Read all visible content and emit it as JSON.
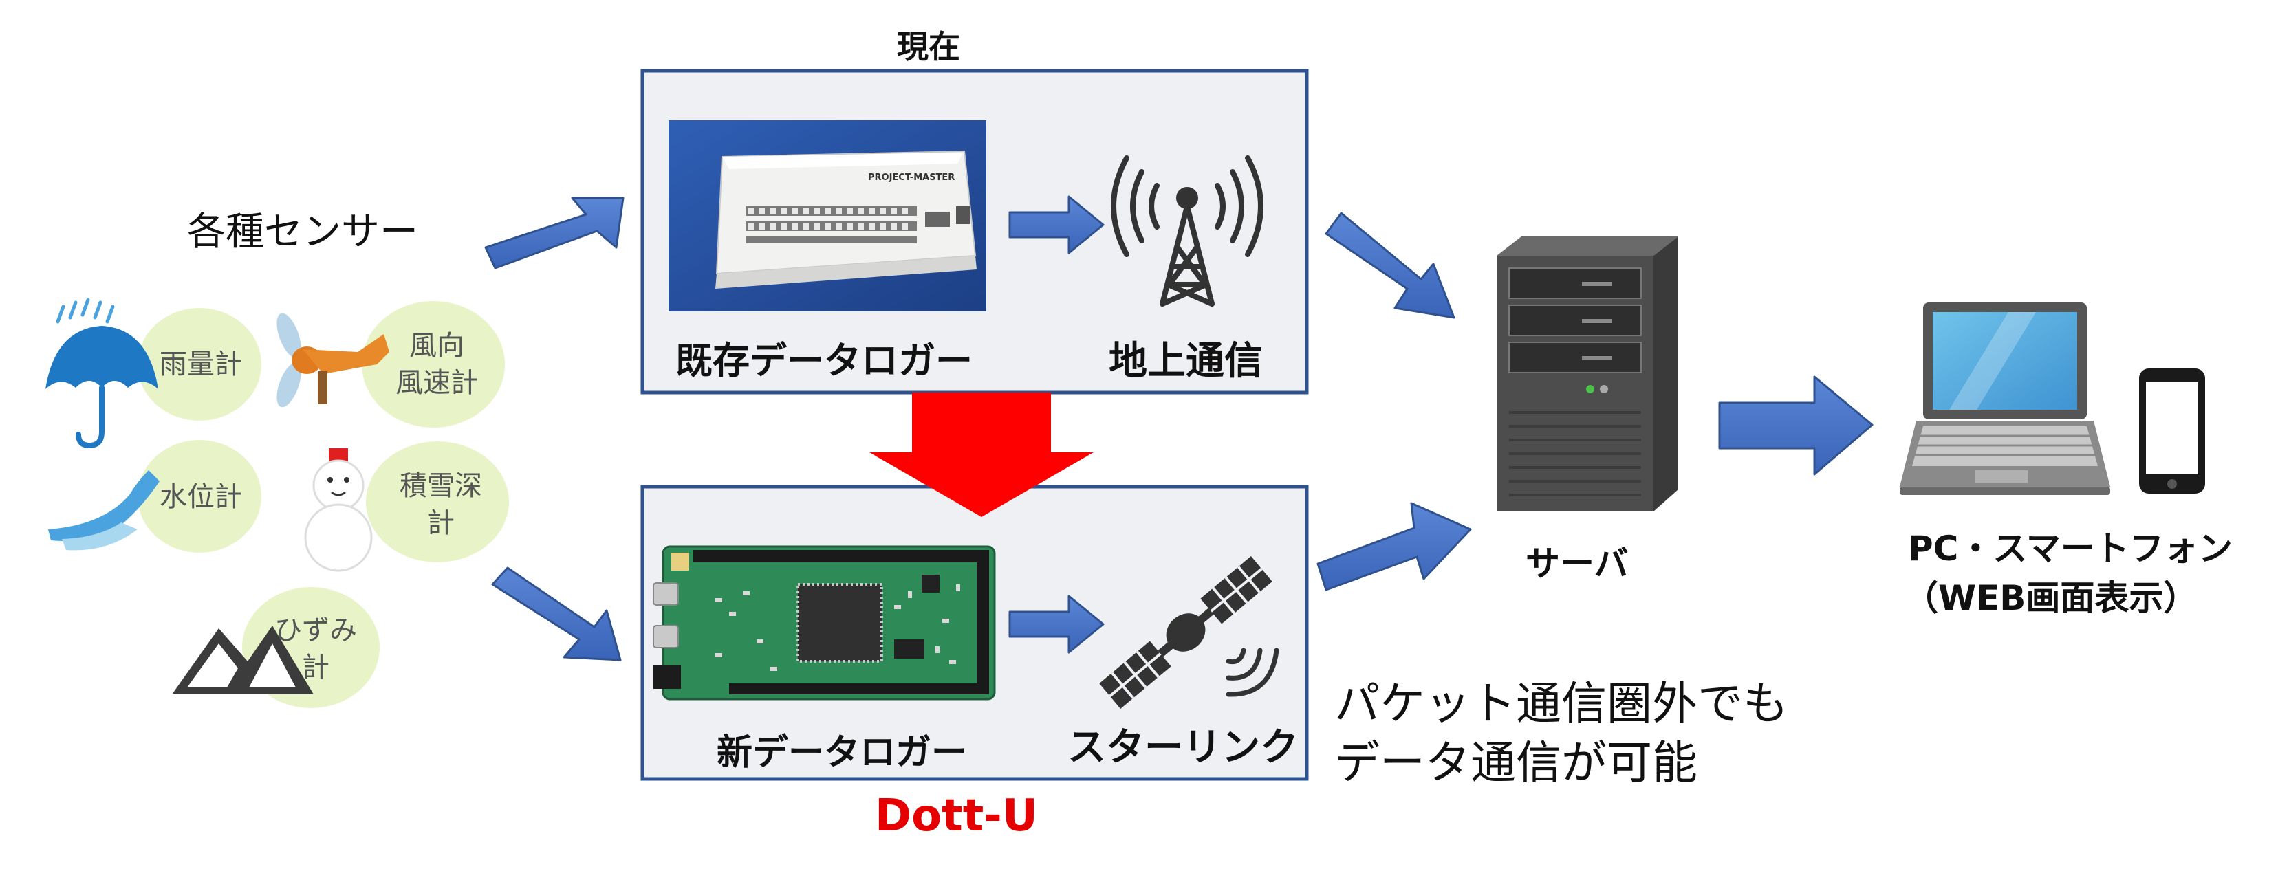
{
  "labels": {
    "current": "現在",
    "sensors": "各種センサー",
    "existing_logger": "既存データロガー",
    "ground_comm": "地上通信",
    "new_logger": "新データロガー",
    "starlink": "スターリンク",
    "product": "Dott-U",
    "server": "サーバ",
    "devices_line1": "PC・スマートフォン",
    "devices_line2": "（WEB画面表示）",
    "note_line1": "パケット通信圏外でも",
    "note_line2": "データ通信が可能"
  },
  "sensors": {
    "rain_gauge": "雨量計",
    "wind_line1": "風向",
    "wind_line2": "風速計",
    "water_level": "水位計",
    "snow_line1": "積雪深",
    "snow_line2": "計",
    "strain_line1": "ひずみ",
    "strain_line2": "計"
  },
  "device_label": "PROJECT-MASTER",
  "colors": {
    "arrow_blue": "#4472c4",
    "arrow_red": "#ff0000",
    "box_border": "#2f528f",
    "box_fill": "#eef0f4",
    "product_red": "#e60000",
    "bubble_green": "#e8f4c8",
    "pcb_green": "#2e8b57"
  }
}
